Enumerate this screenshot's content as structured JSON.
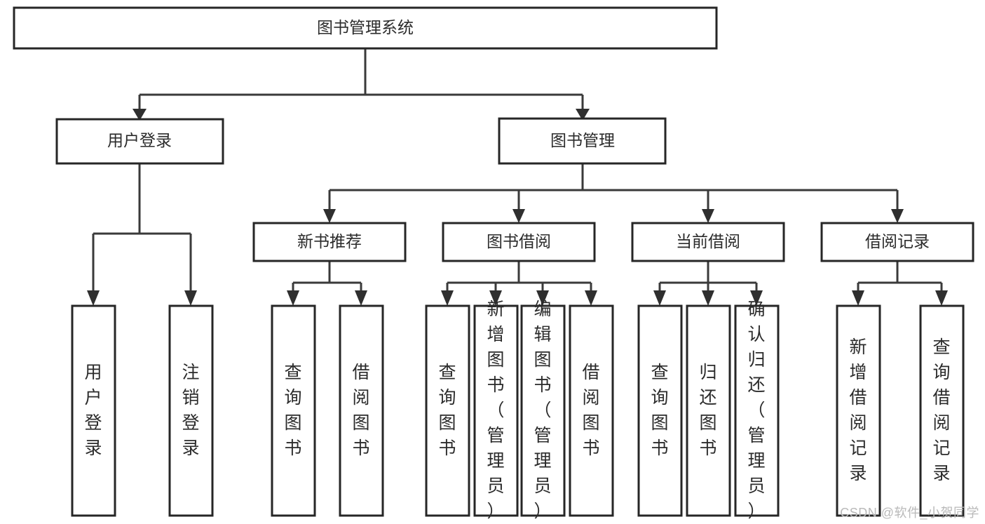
{
  "diagram": {
    "title": "图书管理系统",
    "type": "tree-hierarchy-chart",
    "root": {
      "label": "图书管理系统",
      "orientation": "horizontal"
    },
    "level1": [
      {
        "label": "用户登录",
        "orientation": "horizontal"
      },
      {
        "label": "图书管理",
        "orientation": "horizontal"
      }
    ],
    "level2": [
      {
        "label": "新书推荐",
        "orientation": "horizontal"
      },
      {
        "label": "图书借阅",
        "orientation": "horizontal"
      },
      {
        "label": "当前借阅",
        "orientation": "horizontal"
      },
      {
        "label": "借阅记录",
        "orientation": "horizontal"
      }
    ],
    "leaves": {
      "user_login": [
        {
          "label": "用户登录",
          "orientation": "vertical"
        },
        {
          "label": "注销登录",
          "orientation": "vertical"
        }
      ],
      "new_book_recommend": [
        {
          "label": "查询图书",
          "orientation": "vertical"
        },
        {
          "label": "借阅图书",
          "orientation": "vertical"
        }
      ],
      "book_borrow": [
        {
          "label": "查询图书",
          "orientation": "vertical"
        },
        {
          "label": "新增图书（管理员）",
          "orientation": "vertical"
        },
        {
          "label": "编辑图书（管理员）",
          "orientation": "vertical"
        },
        {
          "label": "借阅图书",
          "orientation": "vertical"
        }
      ],
      "current_borrow": [
        {
          "label": "查询图书",
          "orientation": "vertical"
        },
        {
          "label": "归还图书",
          "orientation": "vertical"
        },
        {
          "label": "确认归还（管理员）",
          "orientation": "vertical"
        }
      ],
      "borrow_record": [
        {
          "label": "新增借阅记录",
          "orientation": "vertical"
        },
        {
          "label": "查询借阅记录",
          "orientation": "vertical"
        }
      ]
    },
    "colors": {
      "box_border": "#262626",
      "connector": "#3a3a3a",
      "text": "#2b2b2b",
      "background": "#ffffff",
      "watermark": "#b9b9b9"
    }
  },
  "watermark": {
    "text": "CSDN @软件_小贺同学"
  }
}
